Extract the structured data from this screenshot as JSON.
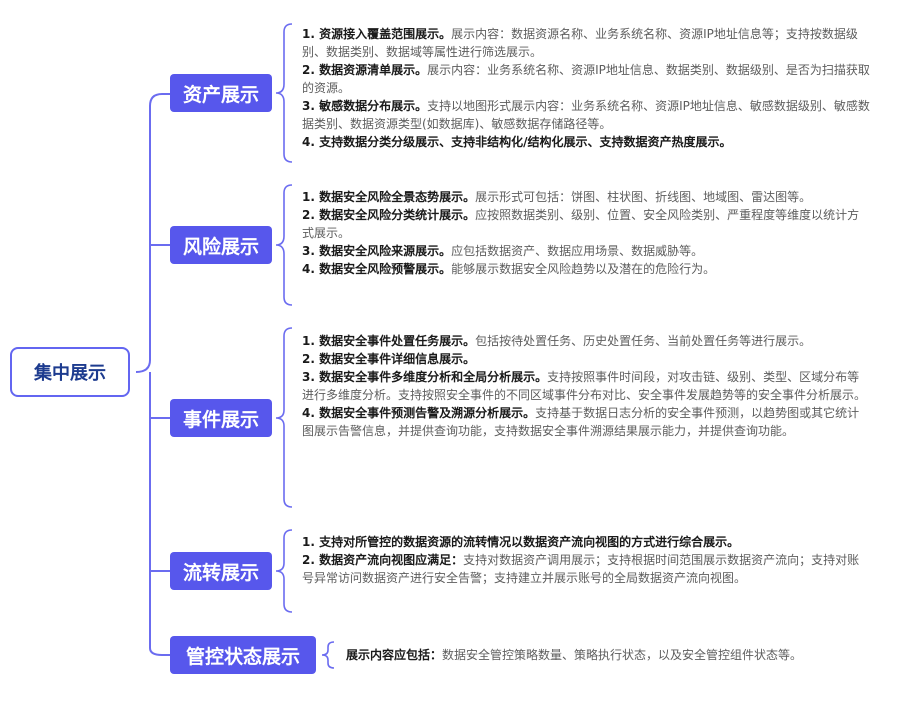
{
  "root": {
    "label": "集中展示"
  },
  "branches": [
    {
      "label": "资产展示",
      "items": [
        {
          "lead": "1. 资源接入覆盖范围展示。",
          "text": "展示内容：数据资源名称、业务系统名称、资源IP地址信息等；支持按数据级别、数据类别、数据域等属性进行筛选展示。"
        },
        {
          "lead": "2. 数据资源清单展示。",
          "text": "展示内容：业务系统名称、资源IP地址信息、数据类别、数据级别、是否为扫描获取的资源。"
        },
        {
          "lead": "3. 敏感数据分布展示。",
          "text": "支持以地图形式展示内容：业务系统名称、资源IP地址信息、敏感数据级别、敏感数据类别、数据资源类型(如数据库)、敏感数据存储路径等。"
        },
        {
          "lead": "4. 支持数据分类分级展示、支持非结构化/结构化展示、支持数据资产热度展示。",
          "text": ""
        }
      ]
    },
    {
      "label": "风险展示",
      "items": [
        {
          "lead": "1. 数据安全风险全景态势展示。",
          "text": "展示形式可包括：饼图、柱状图、折线图、地域图、雷达图等。"
        },
        {
          "lead": "2. 数据安全风险分类统计展示。",
          "text": "应按照数据类别、级别、位置、安全风险类别、严重程度等维度以统计方式展示。"
        },
        {
          "lead": "3. 数据安全风险来源展示。",
          "text": "应包括数据资产、数据应用场景、数据威胁等。"
        },
        {
          "lead": "4. 数据安全风险预警展示。",
          "text": "能够展示数据安全风险趋势以及潜在的危险行为。"
        }
      ]
    },
    {
      "label": "事件展示",
      "items": [
        {
          "lead": "1. 数据安全事件处置任务展示。",
          "text": "包括按待处置任务、历史处置任务、当前处置任务等进行展示。"
        },
        {
          "lead": "2. 数据安全事件详细信息展示。",
          "text": ""
        },
        {
          "lead": "3. 数据安全事件多维度分析和全局分析展示。",
          "text": "支持按照事件时间段，对攻击链、级别、类型、区域分布等进行多维度分析。支持按照安全事件的不同区域事件分布对比、安全事件发展趋势等的安全事件分析展示。"
        },
        {
          "lead": "4. 数据安全事件预测告警及溯源分析展示。",
          "text": "支持基于数据日志分析的安全事件预测，以趋势图或其它统计图展示告警信息，并提供查询功能，支持数据安全事件溯源结果展示能力，并提供查询功能。"
        }
      ]
    },
    {
      "label": "流转展示",
      "items": [
        {
          "lead": "1. 支持对所管控的数据资源的流转情况以数据资产流向视图的方式进行综合展示。",
          "text": ""
        },
        {
          "lead": "2. 数据资产流向视图应满足：",
          "text": "支持对数据资产调用展示；支持根据时间范围展示数据资产流向；支持对账号异常访问数据资产进行安全告警；支持建立并展示账号的全局数据资产流向视图。"
        }
      ]
    },
    {
      "label": "管控状态展示",
      "items": [
        {
          "lead": "展示内容应包括：",
          "text": "数据安全管控策略数量、策略执行状态，以及安全管控组件状态等。"
        }
      ]
    }
  ],
  "colors": {
    "accent": "#5757ec",
    "root_border": "#6366f1",
    "root_text": "#1d3b8f",
    "line": "#6b6cf0"
  }
}
